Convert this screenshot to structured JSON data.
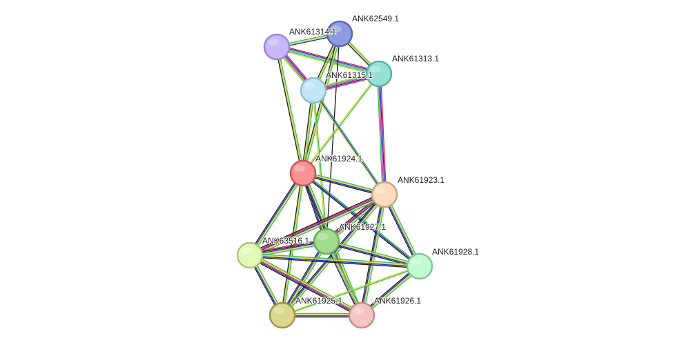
{
  "nodes": [
    {
      "id": "ANK61314.1",
      "label": "ANK61314.1",
      "fill": "#c8b8f7",
      "stroke": "#9d86d6"
    },
    {
      "id": "ANK62549.1",
      "label": "ANK62549.1",
      "fill": "#8f9be0",
      "stroke": "#5c66b8"
    },
    {
      "id": "ANK61313.1",
      "label": "ANK61313.1",
      "fill": "#94e0d4",
      "stroke": "#5cae9f"
    },
    {
      "id": "ANK61315.1",
      "label": "ANK61315.1",
      "fill": "#bfe7f7",
      "stroke": "#8bbfd4"
    },
    {
      "id": "ANK61924.1",
      "label": "ANK61924.1",
      "fill": "#f89293",
      "stroke": "#cc5555"
    },
    {
      "id": "ANK61923.1",
      "label": "ANK61923.1",
      "fill": "#fcdcbc",
      "stroke": "#c9a37d"
    },
    {
      "id": "ANK61927.1",
      "label": "ANK61927.1",
      "fill": "#9fdc8c",
      "stroke": "#6aa85a"
    },
    {
      "id": "ANK63516.1",
      "label": "ANK63516.1",
      "fill": "#e2fab8",
      "stroke": "#a9c67e"
    },
    {
      "id": "ANK61928.1",
      "label": "ANK61928.1",
      "fill": "#c2fad2",
      "stroke": "#83c697"
    },
    {
      "id": "ANK61925.1",
      "label": "ANK61925.1",
      "fill": "#dcd98e",
      "stroke": "#999547"
    },
    {
      "id": "ANK61926.1",
      "label": "ANK61926.1",
      "fill": "#f7c4c4",
      "stroke": "#c48a8a"
    }
  ],
  "edge_colors": {
    "green": "#3ec23e",
    "yellow": "#d6d645",
    "black": "#222222",
    "blue": "#2a2ad6",
    "red": "#e0283e",
    "magenta": "#c838c8",
    "cyan": "#38c8c8",
    "lightblue": "#a0a0ee"
  },
  "edges": [
    {
      "source": "ANK61314.1",
      "target": "ANK62549.1",
      "channels": [
        "green",
        "yellow",
        "blue"
      ]
    },
    {
      "source": "ANK61314.1",
      "target": "ANK61313.1",
      "channels": [
        "red",
        "blue",
        "cyan",
        "green",
        "yellow"
      ]
    },
    {
      "source": "ANK61314.1",
      "target": "ANK61315.1",
      "channels": [
        "red",
        "blue",
        "magenta",
        "green",
        "yellow"
      ]
    },
    {
      "source": "ANK61314.1",
      "target": "ANK61924.1",
      "channels": [
        "green",
        "yellow",
        "black"
      ]
    },
    {
      "source": "ANK62549.1",
      "target": "ANK61313.1",
      "channels": [
        "green",
        "yellow",
        "black"
      ]
    },
    {
      "source": "ANK62549.1",
      "target": "ANK61315.1",
      "channels": [
        "green",
        "yellow",
        "black"
      ]
    },
    {
      "source": "ANK62549.1",
      "target": "ANK61924.1",
      "channels": [
        "green",
        "yellow",
        "black"
      ]
    },
    {
      "source": "ANK62549.1",
      "target": "ANK61927.1",
      "channels": [
        "black"
      ]
    },
    {
      "source": "ANK61313.1",
      "target": "ANK61315.1",
      "channels": [
        "red",
        "blue",
        "magenta",
        "green",
        "yellow"
      ]
    },
    {
      "source": "ANK61313.1",
      "target": "ANK61924.1",
      "channels": [
        "green",
        "yellow"
      ]
    },
    {
      "source": "ANK61313.1",
      "target": "ANK61923.1",
      "channels": [
        "red",
        "blue",
        "magenta",
        "green"
      ]
    },
    {
      "source": "ANK61315.1",
      "target": "ANK61924.1",
      "channels": [
        "green",
        "yellow",
        "black"
      ]
    },
    {
      "source": "ANK61315.1",
      "target": "ANK61923.1",
      "channels": [
        "green",
        "blue",
        "yellow"
      ]
    },
    {
      "source": "ANK61315.1",
      "target": "ANK61927.1",
      "channels": [
        "green",
        "yellow"
      ]
    },
    {
      "source": "ANK61924.1",
      "target": "ANK61923.1",
      "channels": [
        "green",
        "yellow",
        "blue",
        "black"
      ]
    },
    {
      "source": "ANK61924.1",
      "target": "ANK61927.1",
      "channels": [
        "green",
        "yellow",
        "blue",
        "black"
      ]
    },
    {
      "source": "ANK61924.1",
      "target": "ANK63516.1",
      "channels": [
        "green",
        "yellow",
        "blue",
        "black"
      ]
    },
    {
      "source": "ANK61924.1",
      "target": "ANK61928.1",
      "channels": [
        "green",
        "blue",
        "black"
      ]
    },
    {
      "source": "ANK61924.1",
      "target": "ANK61925.1",
      "channels": [
        "green",
        "yellow",
        "black"
      ]
    },
    {
      "source": "ANK61924.1",
      "target": "ANK61926.1",
      "channels": [
        "green",
        "yellow",
        "blue",
        "black"
      ]
    },
    {
      "source": "ANK61923.1",
      "target": "ANK61927.1",
      "channels": [
        "green",
        "yellow",
        "blue",
        "red",
        "black"
      ]
    },
    {
      "source": "ANK61923.1",
      "target": "ANK63516.1",
      "channels": [
        "green",
        "yellow",
        "blue",
        "red",
        "black"
      ]
    },
    {
      "source": "ANK61923.1",
      "target": "ANK61928.1",
      "channels": [
        "green",
        "yellow",
        "blue",
        "black"
      ]
    },
    {
      "source": "ANK61923.1",
      "target": "ANK61925.1",
      "channels": [
        "green",
        "yellow",
        "blue",
        "black"
      ]
    },
    {
      "source": "ANK61923.1",
      "target": "ANK61926.1",
      "channels": [
        "green",
        "yellow",
        "blue",
        "black"
      ]
    },
    {
      "source": "ANK61927.1",
      "target": "ANK63516.1",
      "channels": [
        "green",
        "yellow",
        "blue",
        "black",
        "red"
      ]
    },
    {
      "source": "ANK61927.1",
      "target": "ANK61928.1",
      "channels": [
        "green",
        "yellow",
        "blue",
        "black"
      ]
    },
    {
      "source": "ANK61927.1",
      "target": "ANK61925.1",
      "channels": [
        "green",
        "yellow",
        "blue",
        "black"
      ]
    },
    {
      "source": "ANK61927.1",
      "target": "ANK61926.1",
      "channels": [
        "green",
        "yellow",
        "lightblue",
        "black"
      ]
    },
    {
      "source": "ANK63516.1",
      "target": "ANK61928.1",
      "channels": [
        "green",
        "yellow",
        "blue",
        "black"
      ]
    },
    {
      "source": "ANK63516.1",
      "target": "ANK61925.1",
      "channels": [
        "green",
        "yellow",
        "blue",
        "black"
      ]
    },
    {
      "source": "ANK63516.1",
      "target": "ANK61926.1",
      "channels": [
        "green",
        "yellow",
        "red",
        "blue",
        "black"
      ]
    },
    {
      "source": "ANK61928.1",
      "target": "ANK61925.1",
      "channels": [
        "green",
        "yellow"
      ]
    },
    {
      "source": "ANK61928.1",
      "target": "ANK61926.1",
      "channels": [
        "green",
        "yellow",
        "blue",
        "black"
      ]
    },
    {
      "source": "ANK61925.1",
      "target": "ANK61926.1",
      "channels": [
        "green",
        "yellow",
        "blue",
        "black"
      ]
    }
  ]
}
